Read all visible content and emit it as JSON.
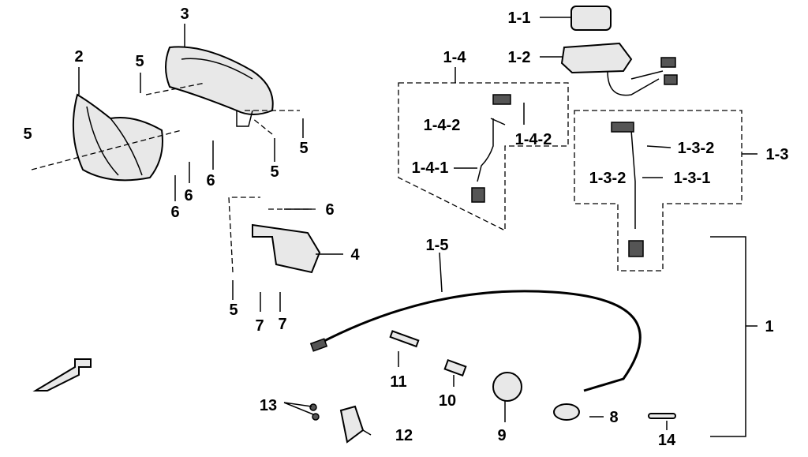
{
  "diagram": {
    "callouts": [
      "3",
      "2",
      "5",
      "5",
      "6",
      "6",
      "6",
      "5",
      "5",
      "1-1",
      "1-2",
      "1-4",
      "1-4-2",
      "1-4-2",
      "1-4-1",
      "1-3",
      "1-3-2",
      "1-3-2",
      "1-3-1",
      "6",
      "4",
      "1-5",
      "1",
      "5",
      "7",
      "7",
      "11",
      "10",
      "13",
      "12",
      "9",
      "8",
      "14"
    ]
  }
}
